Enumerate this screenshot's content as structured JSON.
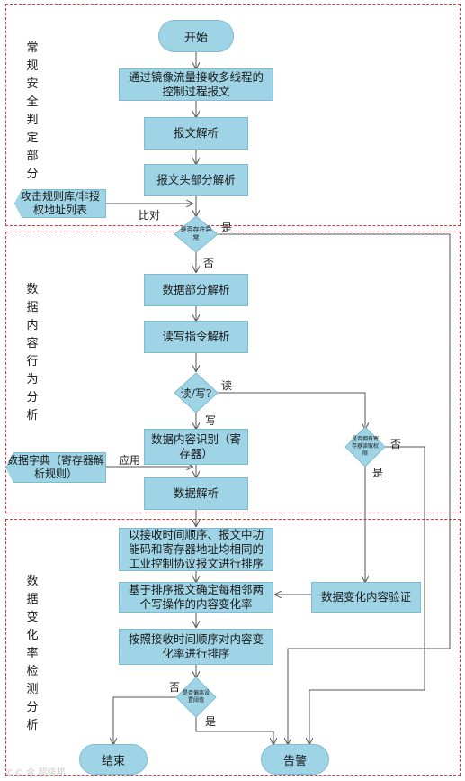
{
  "sections": {
    "conventional": "常规安全判定部分",
    "data_content": "数据内容行为分析",
    "change_rate": "数据变化率检测分析"
  },
  "nodes": {
    "start": "开始",
    "receive": "通过镜像流量接收多线程的控制过程报文",
    "parse_msg": "报文解析",
    "parse_header": "报文头部分解析",
    "attack_rules": "攻击规则库/非授权地址列表",
    "abnormal_q": "是否存在异常",
    "parse_data": "数据部分解析",
    "rw_parse": "读写指令解析",
    "rw_q": "读/写?",
    "perm_q": "是否拥有寄存器读取权限",
    "content_id": "数据内容识别（寄存器）",
    "dictionary": "数据字典（寄存器解析规则）",
    "data_parse": "数据解析",
    "sort_ops": "以接收时间顺序、报文中功能码和寄存器地址均相同的工业控制协议报文进行排序",
    "change_rate": "基于排序报文确定每相邻两个写操作的内容变化率",
    "verify": "数据变化内容验证",
    "sort_rate": "按照接收时间顺序对内容变化率进行排序",
    "deviate_q": "是否偏离设置阈值",
    "end": "结束",
    "alarm": "告警"
  },
  "edges": {
    "compare": "比对",
    "yes": "是",
    "no": "否",
    "read": "读",
    "write": "写",
    "apply": "应用"
  },
  "watermark": "©© 众 超级邦"
}
